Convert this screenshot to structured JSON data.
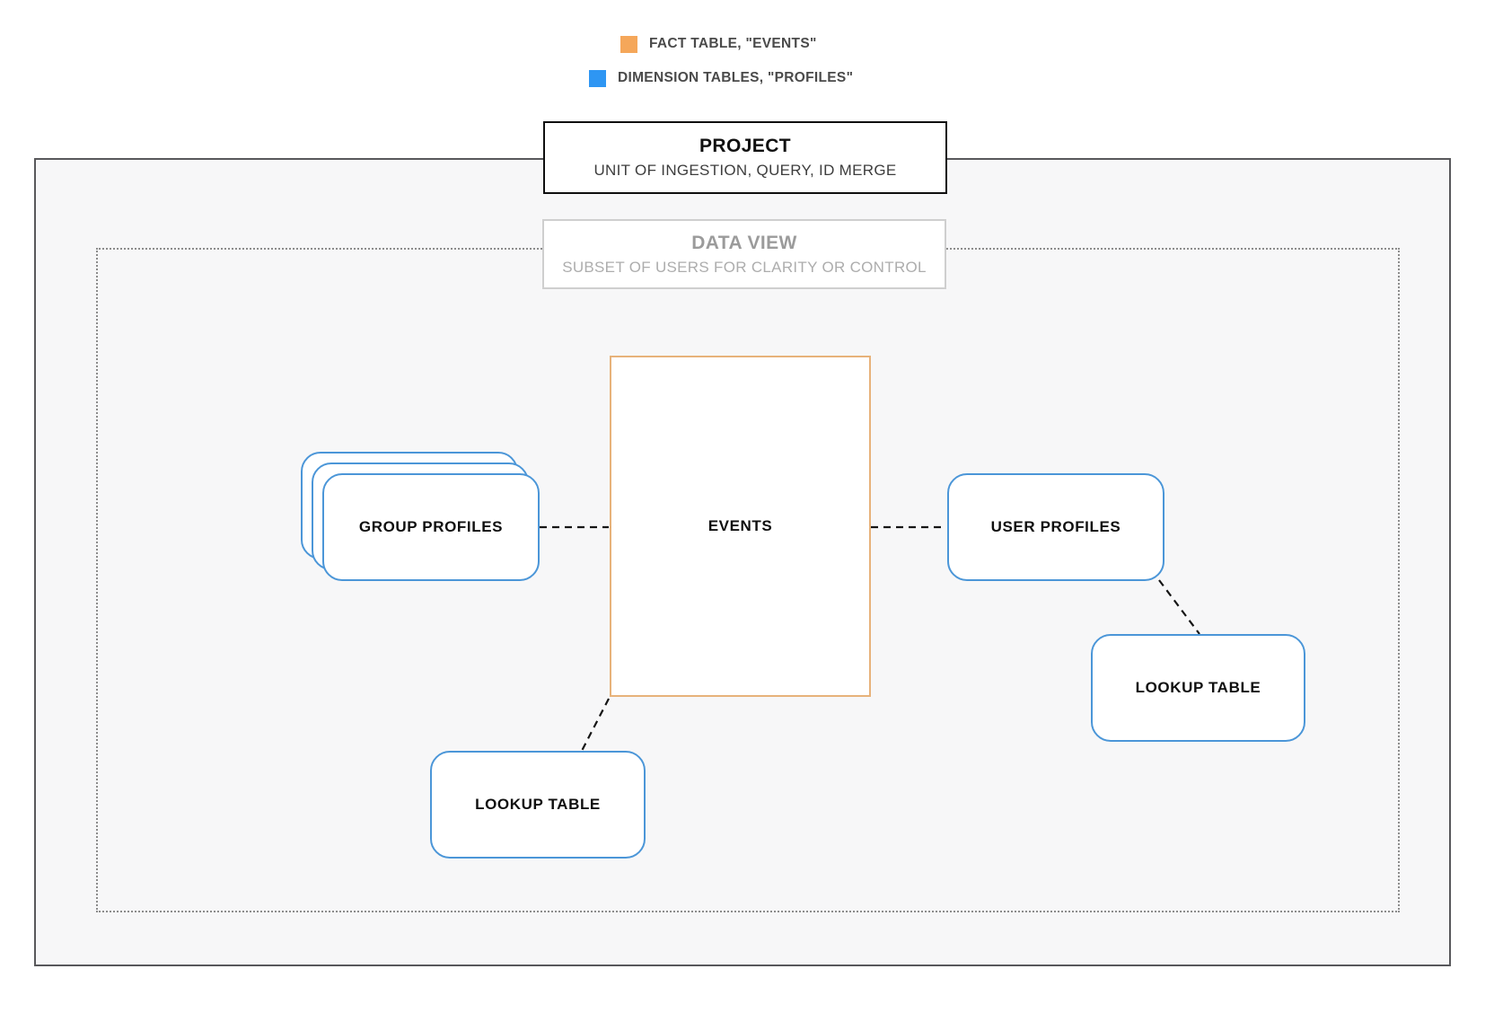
{
  "legend": {
    "items": [
      {
        "id": "fact",
        "label": "FACT TABLE, \"EVENTS\"",
        "swatch_color": "#F5A75A"
      },
      {
        "id": "dimension",
        "label": "DIMENSION TABLES, \"PROFILES\"",
        "swatch_color": "#2E96F3"
      }
    ]
  },
  "containers": {
    "project": {
      "title": "PROJECT",
      "subtitle": "UNIT OF INGESTION, QUERY, ID MERGE"
    },
    "data_view": {
      "title": "DATA VIEW",
      "subtitle": "SUBSET OF USERS FOR CLARITY OR CONTROL"
    }
  },
  "nodes": {
    "events": {
      "label": "EVENTS",
      "role": "fact-table"
    },
    "group_profiles": {
      "label": "GROUP PROFILES",
      "role": "dimension-table",
      "stacked": true
    },
    "user_profiles": {
      "label": "USER PROFILES",
      "role": "dimension-table"
    },
    "lookup_bottom": {
      "label": "LOOKUP TABLE",
      "role": "dimension-table"
    },
    "lookup_right": {
      "label": "LOOKUP TABLE",
      "role": "dimension-table"
    }
  },
  "connections": [
    {
      "from": "group_profiles",
      "to": "events",
      "style": "dashed"
    },
    {
      "from": "events",
      "to": "user_profiles",
      "style": "dashed"
    },
    {
      "from": "events",
      "to": "lookup_bottom",
      "style": "dashed"
    },
    {
      "from": "user_profiles",
      "to": "lookup_right",
      "style": "dashed"
    }
  ],
  "colors": {
    "fact_swatch": "#F5A75A",
    "fact_border": "#E7B27A",
    "dimension_swatch": "#2E96F3",
    "dimension_border": "#4B96D8",
    "project_border": "#0F0F0F",
    "outer_boundary_border": "#58585B",
    "dotted_boundary_border": "#8C8C8C",
    "connector": "#151515",
    "inner_background": "#F7F7F8"
  }
}
